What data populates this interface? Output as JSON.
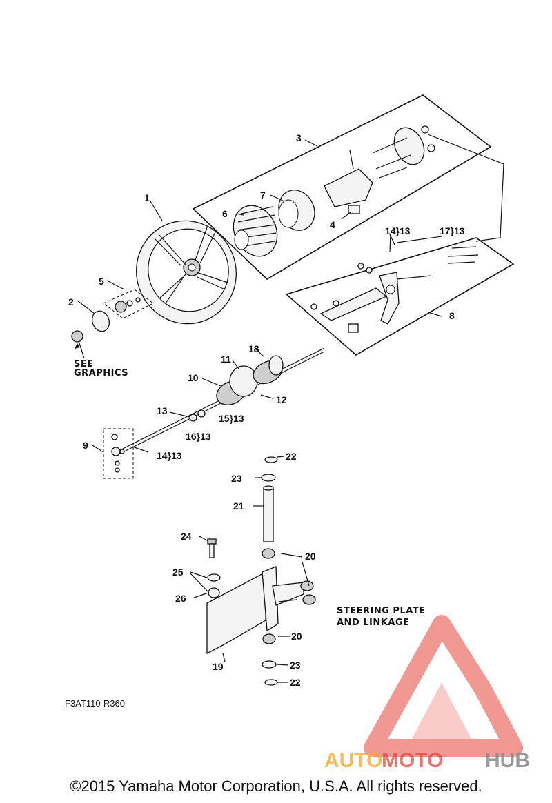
{
  "diagram": {
    "section_title_line1": "STEERING PLATE",
    "section_title_line2": "AND LINKAGE",
    "drawing_code": "F3AT110-R360",
    "see_graphics_line1": "SEE",
    "see_graphics_line2": "GRAPHICS",
    "callouts": {
      "c1": "1",
      "c2": "2",
      "c3": "3",
      "c4": "4",
      "c5": "5",
      "c6": "6",
      "c7": "7",
      "c8": "8",
      "c9": "9",
      "c10": "10",
      "c11": "11",
      "c12": "12",
      "c13": "13",
      "c18": "18",
      "c19": "19",
      "c20a": "20",
      "c20b": "20",
      "c21": "21",
      "c22a": "22",
      "c22b": "22",
      "c23a": "23",
      "c23b": "23",
      "c24": "24",
      "c25": "25",
      "c26": "26",
      "g14_13a": "14}13",
      "g17_13": "17}13",
      "g15_13": "15}13",
      "g16_13": "16}13",
      "g14_13b": "14}13"
    }
  },
  "watermark": {
    "brand_part1": "AUTO",
    "brand_part2": "MOTO",
    "brand_part3": "HUB",
    "color_orange": "#f5a623",
    "color_red": "#e8453c",
    "color_gray": "#8a8a8a"
  },
  "footer": {
    "copyright": "©2015 Yamaha Motor Corporation, U.S.A. All rights reserved."
  }
}
